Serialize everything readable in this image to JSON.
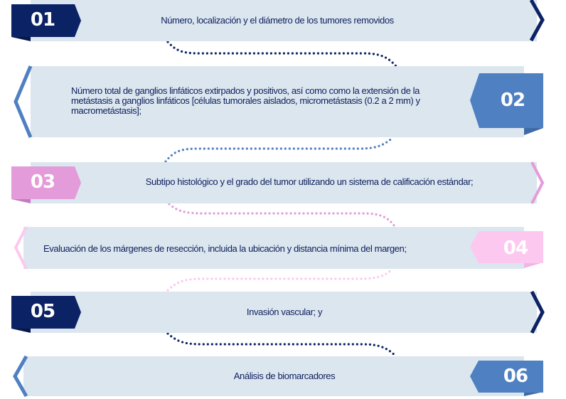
{
  "colors": {
    "panel": "#dce6ef",
    "text": "#0d1f5c",
    "navy": "#0b2265",
    "blue": "#4f80c2",
    "pink": "#e39bd9",
    "light_pink": "#fdc8ef"
  },
  "steps": [
    {
      "number": "01",
      "color": "navy",
      "text": "Número, localización y el diámetro de los tumores removidos"
    },
    {
      "number": "02",
      "color": "blue",
      "text": "Número total de ganglios linfáticos extirpados y positivos, así como como la extensión de la metástasis a ganglios linfáticos [células tumorales aislados, micrometástasis (0.2 a 2 mm) y macrometástasis];"
    },
    {
      "number": "03",
      "color": "pink",
      "text": "Subtipo histológico y el grado del tumor utilizando un sistema de calificación estándar;"
    },
    {
      "number": "04",
      "color": "light_pink",
      "text": "Evaluación de los márgenes de resección, incluida la ubicación y distancia mínima del margen;"
    },
    {
      "number": "05",
      "color": "navy",
      "text": "Invasión vascular; y"
    },
    {
      "number": "06",
      "color": "blue",
      "text": "Análisis de biomarcadores"
    }
  ]
}
